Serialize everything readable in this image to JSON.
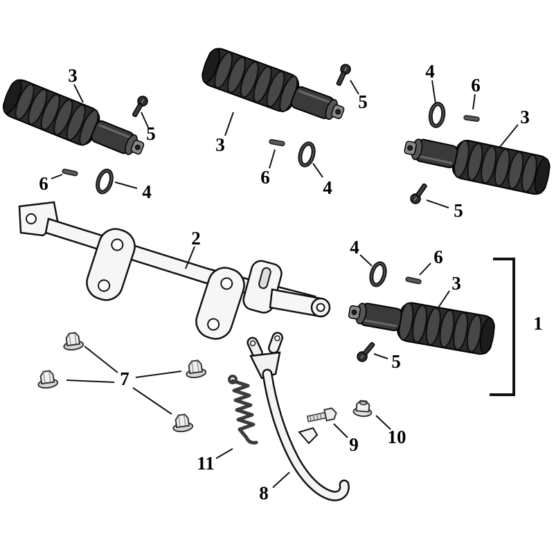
{
  "page": {
    "background": "#ffffff"
  },
  "diagram": {
    "description": "Exploded parts diagram: four ribbed footpegs, mounting crossbar, kickstand, spring and hardware with numbered callouts",
    "callouts": [
      {
        "ref": "footpeg-top-left",
        "text": "3"
      },
      {
        "ref": "screw-top-left",
        "text": "5"
      },
      {
        "ref": "pin-left",
        "text": "6"
      },
      {
        "ref": "oring-left",
        "text": "4"
      },
      {
        "ref": "footpeg-top-middle",
        "text": "3"
      },
      {
        "ref": "screw-top-middle",
        "text": "5"
      },
      {
        "ref": "pin-middle",
        "text": "6"
      },
      {
        "ref": "oring-middle",
        "text": "4"
      },
      {
        "ref": "oring-top-right",
        "text": "4"
      },
      {
        "ref": "pin-top-right",
        "text": "6"
      },
      {
        "ref": "footpeg-top-right",
        "text": "3"
      },
      {
        "ref": "screw-top-right",
        "text": "5"
      },
      {
        "ref": "mounting-bar",
        "text": "2"
      },
      {
        "ref": "oring-lower",
        "text": "4"
      },
      {
        "ref": "pin-lower",
        "text": "6"
      },
      {
        "ref": "footpeg-lower-right",
        "text": "3"
      },
      {
        "ref": "assembly-bracket",
        "text": "1"
      },
      {
        "ref": "screw-lower",
        "text": "5"
      },
      {
        "ref": "flange-bolts",
        "text": "7"
      },
      {
        "ref": "pivot-bolt",
        "text": "9"
      },
      {
        "ref": "flange-nut",
        "text": "10"
      },
      {
        "ref": "spring",
        "text": "11"
      },
      {
        "ref": "kickstand",
        "text": "8"
      }
    ]
  }
}
